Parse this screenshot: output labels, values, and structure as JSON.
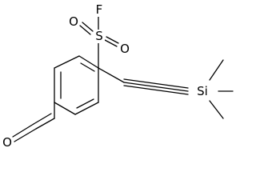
{
  "molecule": {
    "atoms": {
      "fluorine": "F",
      "sulfur": "S",
      "sulfonyl_oxygen_left": "O",
      "sulfonyl_oxygen_right": "O",
      "aldehyde_oxygen": "O",
      "silicon": "Si"
    }
  }
}
